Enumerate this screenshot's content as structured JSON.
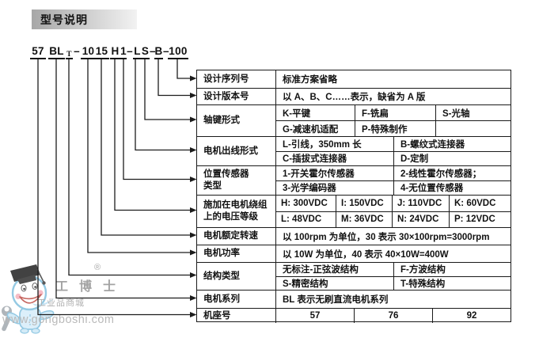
{
  "header": {
    "title": "型号说明"
  },
  "model_code": {
    "full": "57BLT-1015H1-LS-B-100",
    "tokens": [
      {
        "t": "57",
        "u": true
      },
      {
        "t": "BL",
        "u": true
      },
      {
        "t": "T",
        "u": true,
        "sub": true
      },
      {
        "t": "–"
      },
      {
        "t": "10",
        "u": true
      },
      {
        "t": "15",
        "u": true
      },
      {
        "t": "H",
        "u": true
      },
      {
        "t": "1",
        "u": true
      },
      {
        "t": "–"
      },
      {
        "t": "L",
        "u": true
      },
      {
        "t": "S",
        "u": true
      },
      {
        "t": "–"
      },
      {
        "t": "B",
        "u": true
      },
      {
        "t": "–"
      },
      {
        "t": "100",
        "u": true
      }
    ]
  },
  "table": {
    "rows": [
      {
        "label": [
          "设计序列号"
        ],
        "subrows": [
          [
            "标准方案省略"
          ]
        ]
      },
      {
        "label": [
          "设计版本号"
        ],
        "subrows": [
          [
            "以 A、B、C……表示，缺省为 A 版"
          ]
        ]
      },
      {
        "label": [
          "轴键形式"
        ],
        "subrows": [
          [
            "K-平键",
            "F-铣扁",
            "S-光轴"
          ],
          [
            "G-减速机适配",
            "P-特殊制作",
            ""
          ]
        ]
      },
      {
        "label": [
          "电机出线形式"
        ],
        "subrows": [
          [
            "L-引线，350mm 长",
            "B-螺纹式连接器"
          ],
          [
            "C-插拔式连接器",
            "D-定制"
          ]
        ]
      },
      {
        "label": [
          "位置传感器",
          "类型"
        ],
        "subrows": [
          [
            "1-开关霍尔传感器",
            "2-线性霍尔传感器；"
          ],
          [
            "3-光学编码器",
            "4-无位置传感器"
          ]
        ]
      },
      {
        "label": [
          "施加在电机绕组",
          "上的电压等级"
        ],
        "subrows": [
          [
            "H: 300VDC",
            "I: 150VDC",
            "J: 110VDC",
            "K: 60VDC"
          ],
          [
            "L: 48VDC",
            "M: 36VDC",
            "N: 24VDC",
            "P: 12VDC"
          ]
        ]
      },
      {
        "label": [
          "电机额定转速"
        ],
        "subrows": [
          [
            "以 100rpm 为单位，30 表示 30×100rpm=3000rpm"
          ]
        ]
      },
      {
        "label": [
          "电机功率"
        ],
        "subrows": [
          [
            "以 10W 为单位，40 表示 40×10W=400W"
          ]
        ]
      },
      {
        "label": [
          "结构类型"
        ],
        "subrows": [
          [
            "无标注-正弦波结构",
            "F-方波结构"
          ],
          [
            "S-精密结构",
            "T-特殊结构"
          ]
        ]
      },
      {
        "label": [
          "电机系列"
        ],
        "subrows": [
          [
            "BL 表示无刷直流电机系列"
          ]
        ]
      },
      {
        "label": [
          "机座号"
        ],
        "subrows": [
          [
            "57",
            "76",
            "92"
          ]
        ]
      }
    ]
  },
  "watermark": {
    "registered": "®",
    "brand": "工 博 士",
    "subtitle": "工业品商城",
    "url": "www.gongboshi.com"
  },
  "colors": {
    "line": "#1c1c1c",
    "header_gradient_start": "#a7a7a7",
    "header_gradient_end": "#f2f2f2",
    "watermark_text": "#a6a6a6",
    "mascot_blue": "#89c4e1"
  }
}
